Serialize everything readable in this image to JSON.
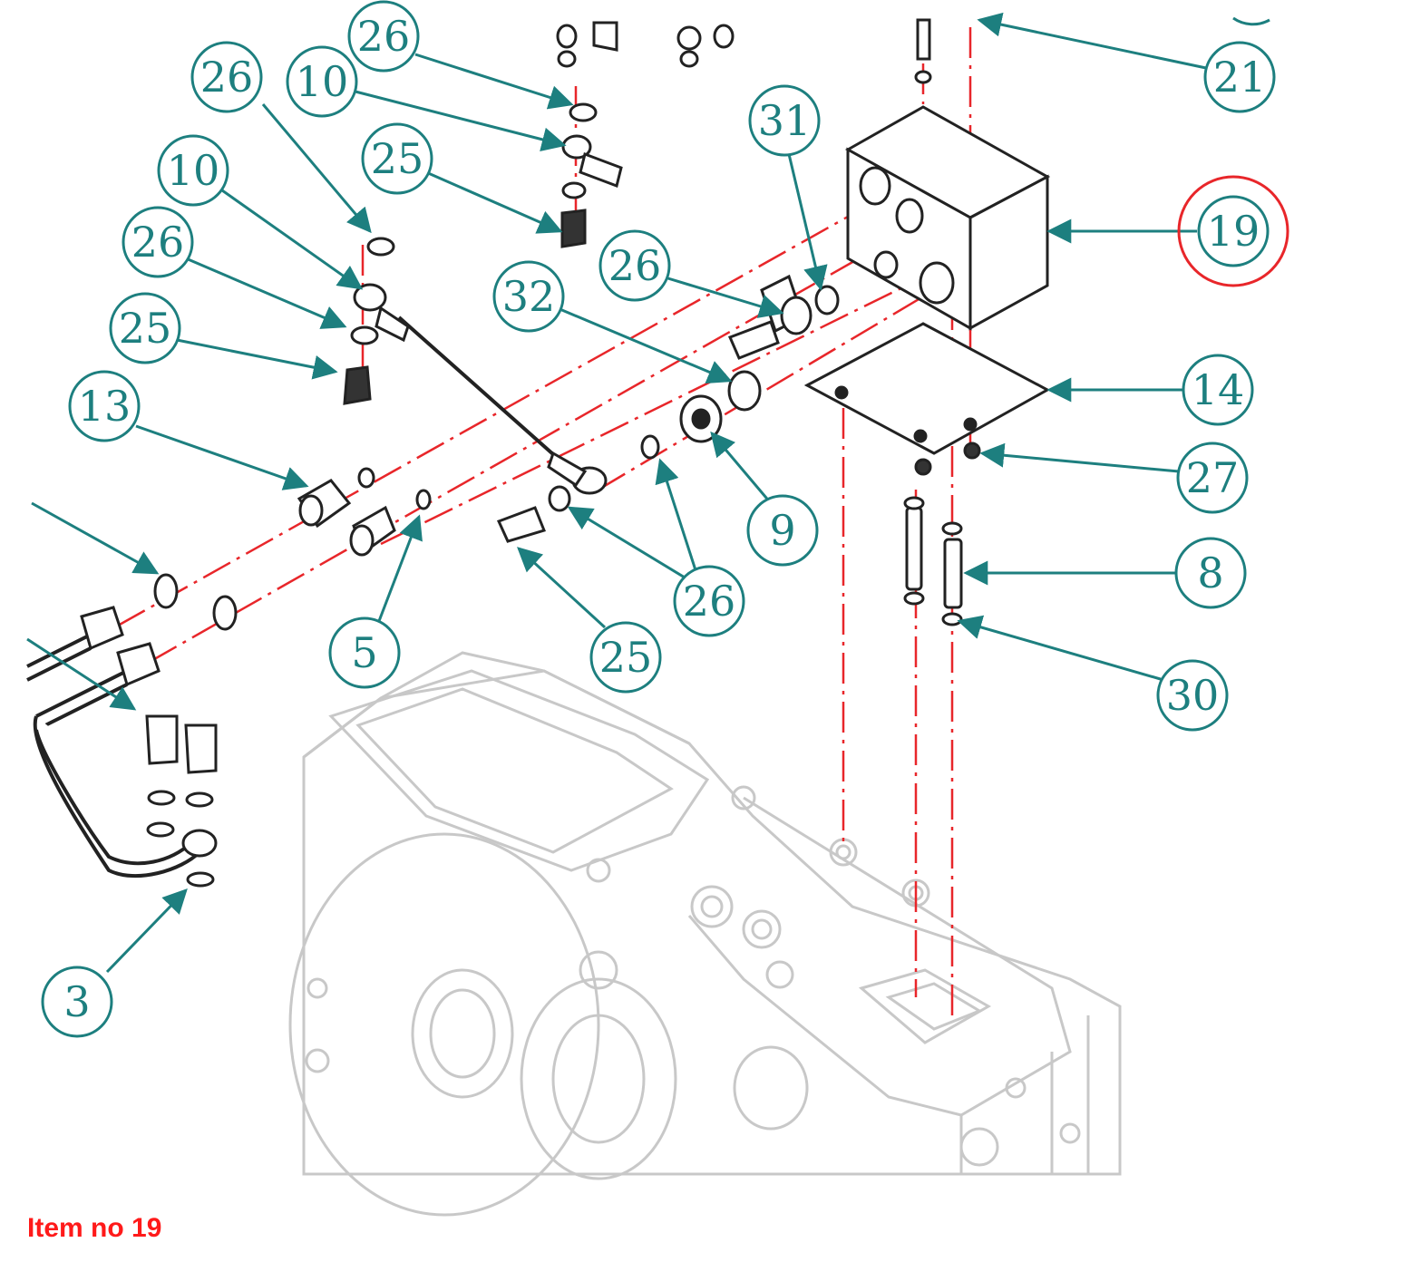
{
  "footer_label": "Item no 19",
  "colors": {
    "callout": "#1d7f7f",
    "axis": "#e8262a",
    "highlight": "#e8262a",
    "housing": "#c8c8c8",
    "part": "#222222"
  },
  "callouts": [
    {
      "id": "c26-top",
      "label": "26"
    },
    {
      "id": "c10-top",
      "label": "10"
    },
    {
      "id": "c25-top",
      "label": "25"
    },
    {
      "id": "c26-a",
      "label": "26"
    },
    {
      "id": "c10-a",
      "label": "10"
    },
    {
      "id": "c26-b",
      "label": "26"
    },
    {
      "id": "c25-b",
      "label": "25"
    },
    {
      "id": "c13",
      "label": "13"
    },
    {
      "id": "c31",
      "label": "31"
    },
    {
      "id": "c26-c",
      "label": "26"
    },
    {
      "id": "c32",
      "label": "32"
    },
    {
      "id": "c21",
      "label": "21"
    },
    {
      "id": "c19",
      "label": "19",
      "highlighted": true
    },
    {
      "id": "c14",
      "label": "14"
    },
    {
      "id": "c27",
      "label": "27"
    },
    {
      "id": "c9",
      "label": "9"
    },
    {
      "id": "c8",
      "label": "8"
    },
    {
      "id": "c30",
      "label": "30"
    },
    {
      "id": "c5",
      "label": "5"
    },
    {
      "id": "c26-d",
      "label": "26"
    },
    {
      "id": "c25-c",
      "label": "25"
    },
    {
      "id": "c3",
      "label": "3"
    }
  ]
}
